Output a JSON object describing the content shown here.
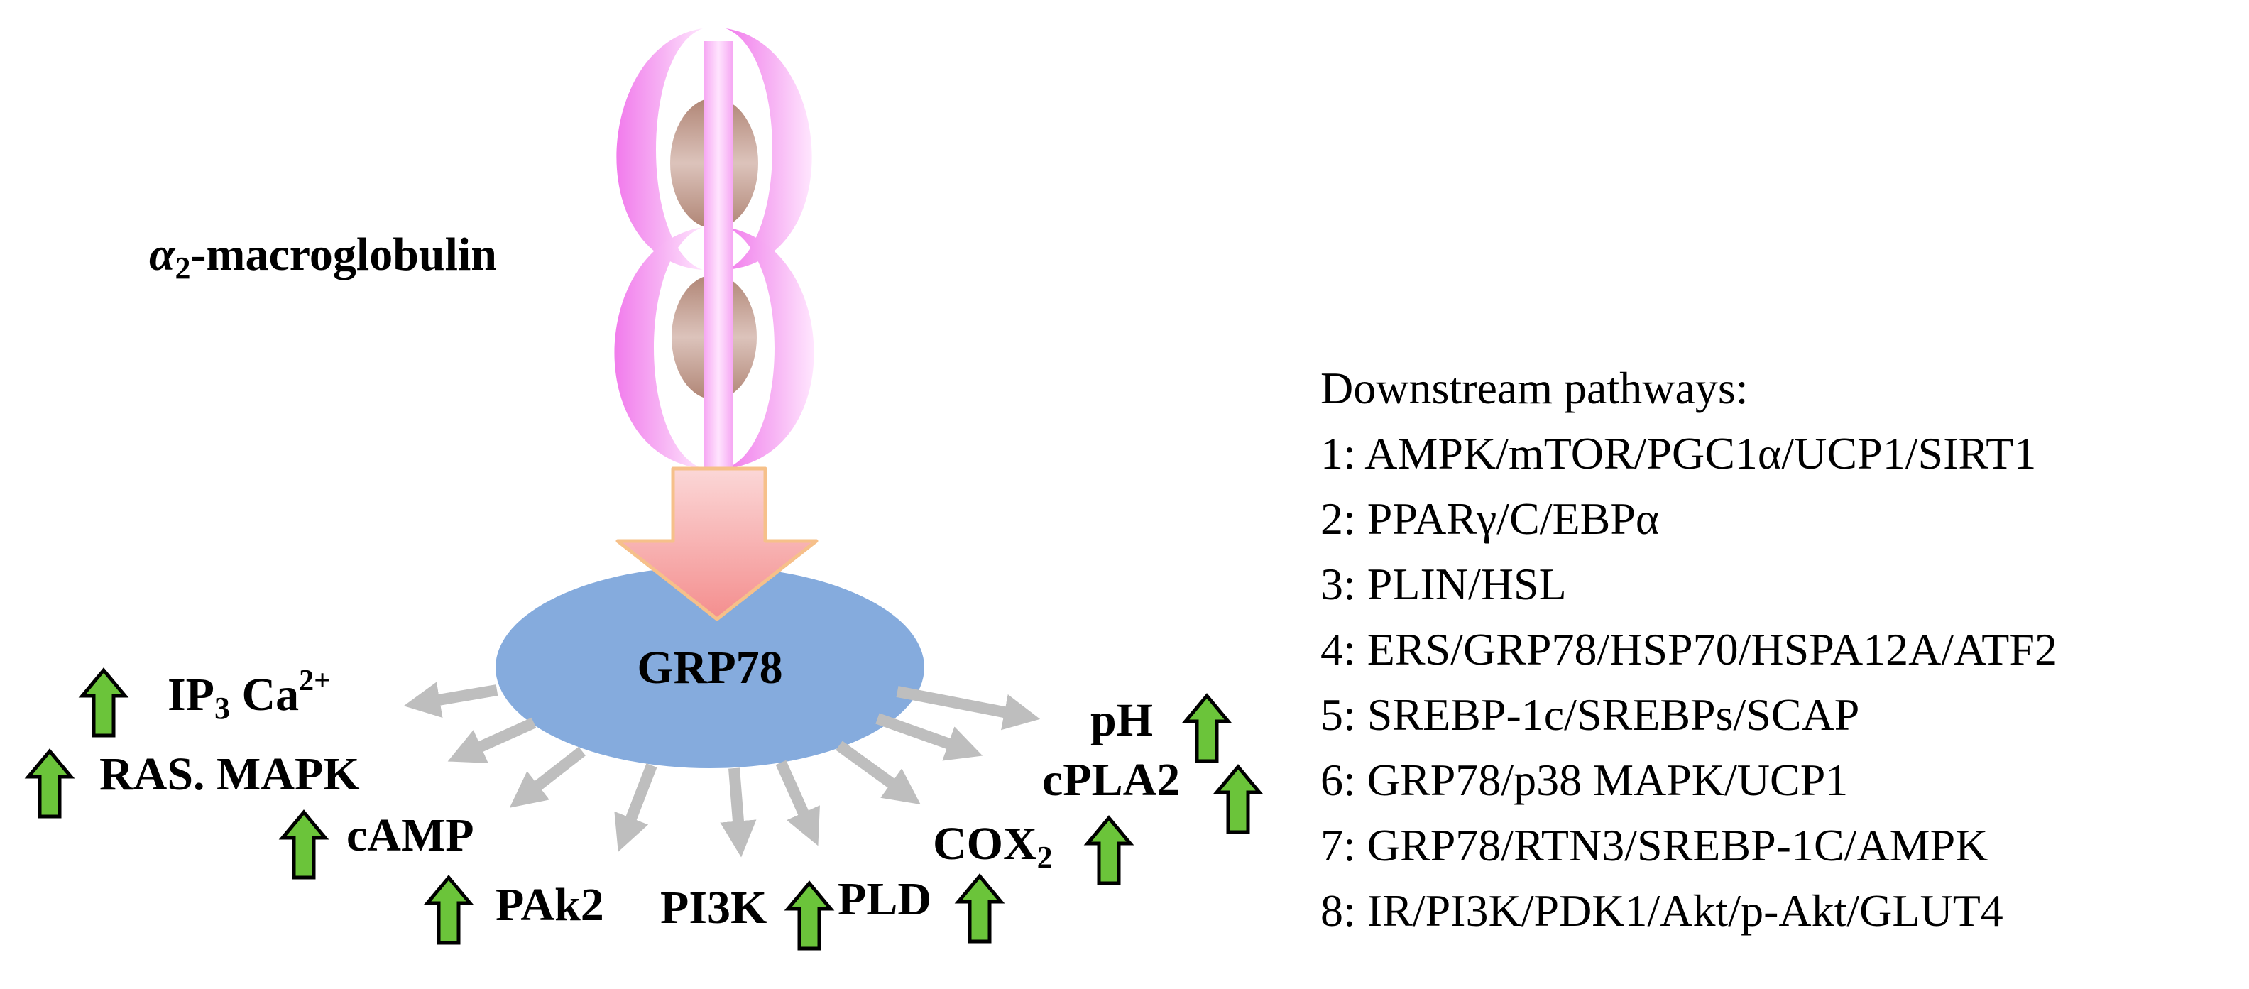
{
  "molecule": {
    "alpha": "α",
    "sub": "2",
    "rest": "-macroglobulin"
  },
  "receptor": {
    "label": "GRP78"
  },
  "effectors": {
    "ip3": {
      "a": "IP",
      "sub": "3",
      "b": " Ca",
      "sup": "2+"
    },
    "ras": "RAS. MAPK",
    "camp": "cAMP",
    "pak2": "PAk2",
    "pi3k": "PI3K",
    "pld": "PLD",
    "cox": {
      "a": "COX",
      "sub": "2"
    },
    "cpla2": "cPLA2",
    "ph": "pH"
  },
  "legend": {
    "title": "Downstream pathways:",
    "items": [
      "1: AMPK/mTOR/PGC1α/UCP1/SIRT1",
      "2: PPARγ/C/EBPα",
      "3: PLIN/HSL",
      "4: ERS/GRP78/HSP70/HSPA12A/ATF2",
      "5: SREBP-1c/SREBPs/SCAP",
      "6: GRP78/p38 MAPK/UCP1",
      "7: GRP78/RTN3/SREBP-1C/AMPK",
      "8: IR/PI3K/PDK1/Akt/p-Akt/GLUT4"
    ]
  },
  "colors": {
    "receptor_fill": "#85ABDD",
    "arrow_gray": "#BEBEBE",
    "up_arrow_green": "#6BC43A",
    "macroglobulin_pink": "#F58CF0",
    "core_brown": "#C9A89B",
    "big_arrow": "#F7A5A5"
  },
  "icons": {
    "up_arrow": "up-arrow-icon"
  }
}
